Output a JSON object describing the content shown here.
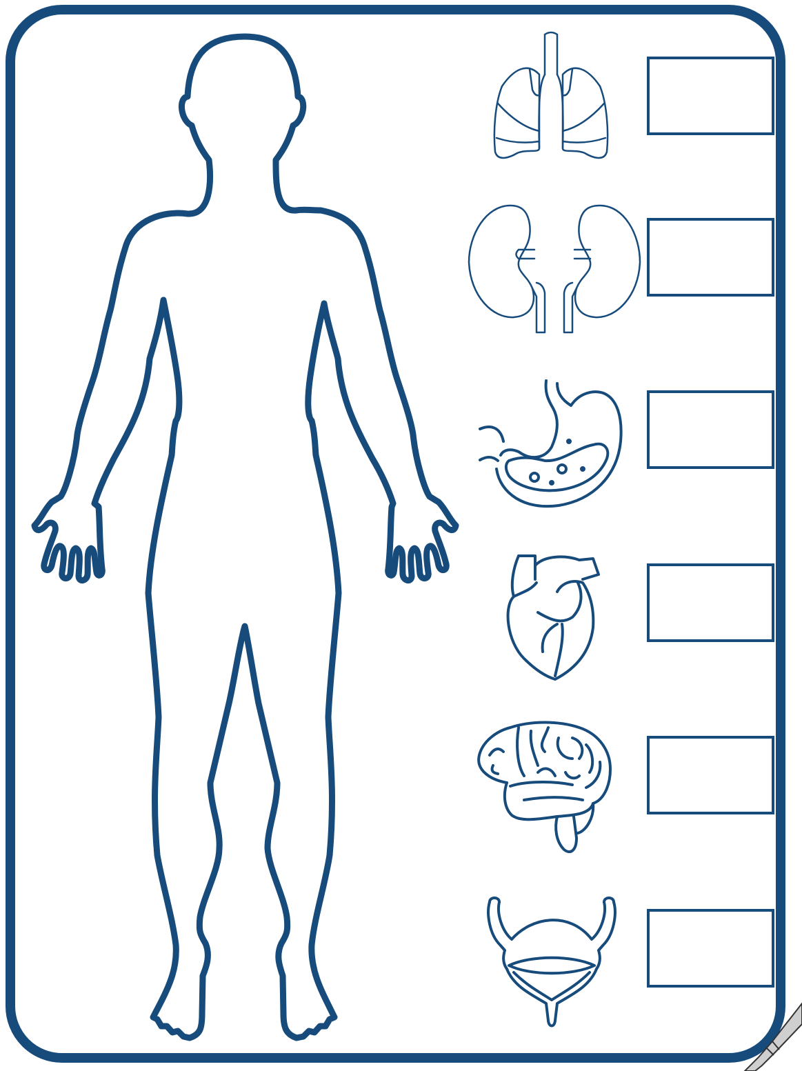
{
  "worksheet": {
    "subject": "human-body-organ-matching",
    "outline_color": "#164b7c",
    "background_color": "#ffffff"
  },
  "organs": [
    {
      "name": "lungs",
      "icon": "lungs-icon",
      "label": ""
    },
    {
      "name": "kidneys",
      "icon": "kidneys-icon",
      "label": ""
    },
    {
      "name": "stomach",
      "icon": "stomach-icon",
      "label": ""
    },
    {
      "name": "heart",
      "icon": "heart-icon",
      "label": ""
    },
    {
      "name": "brain",
      "icon": "brain-icon",
      "label": ""
    },
    {
      "name": "bladder",
      "icon": "bladder-icon",
      "label": ""
    }
  ]
}
